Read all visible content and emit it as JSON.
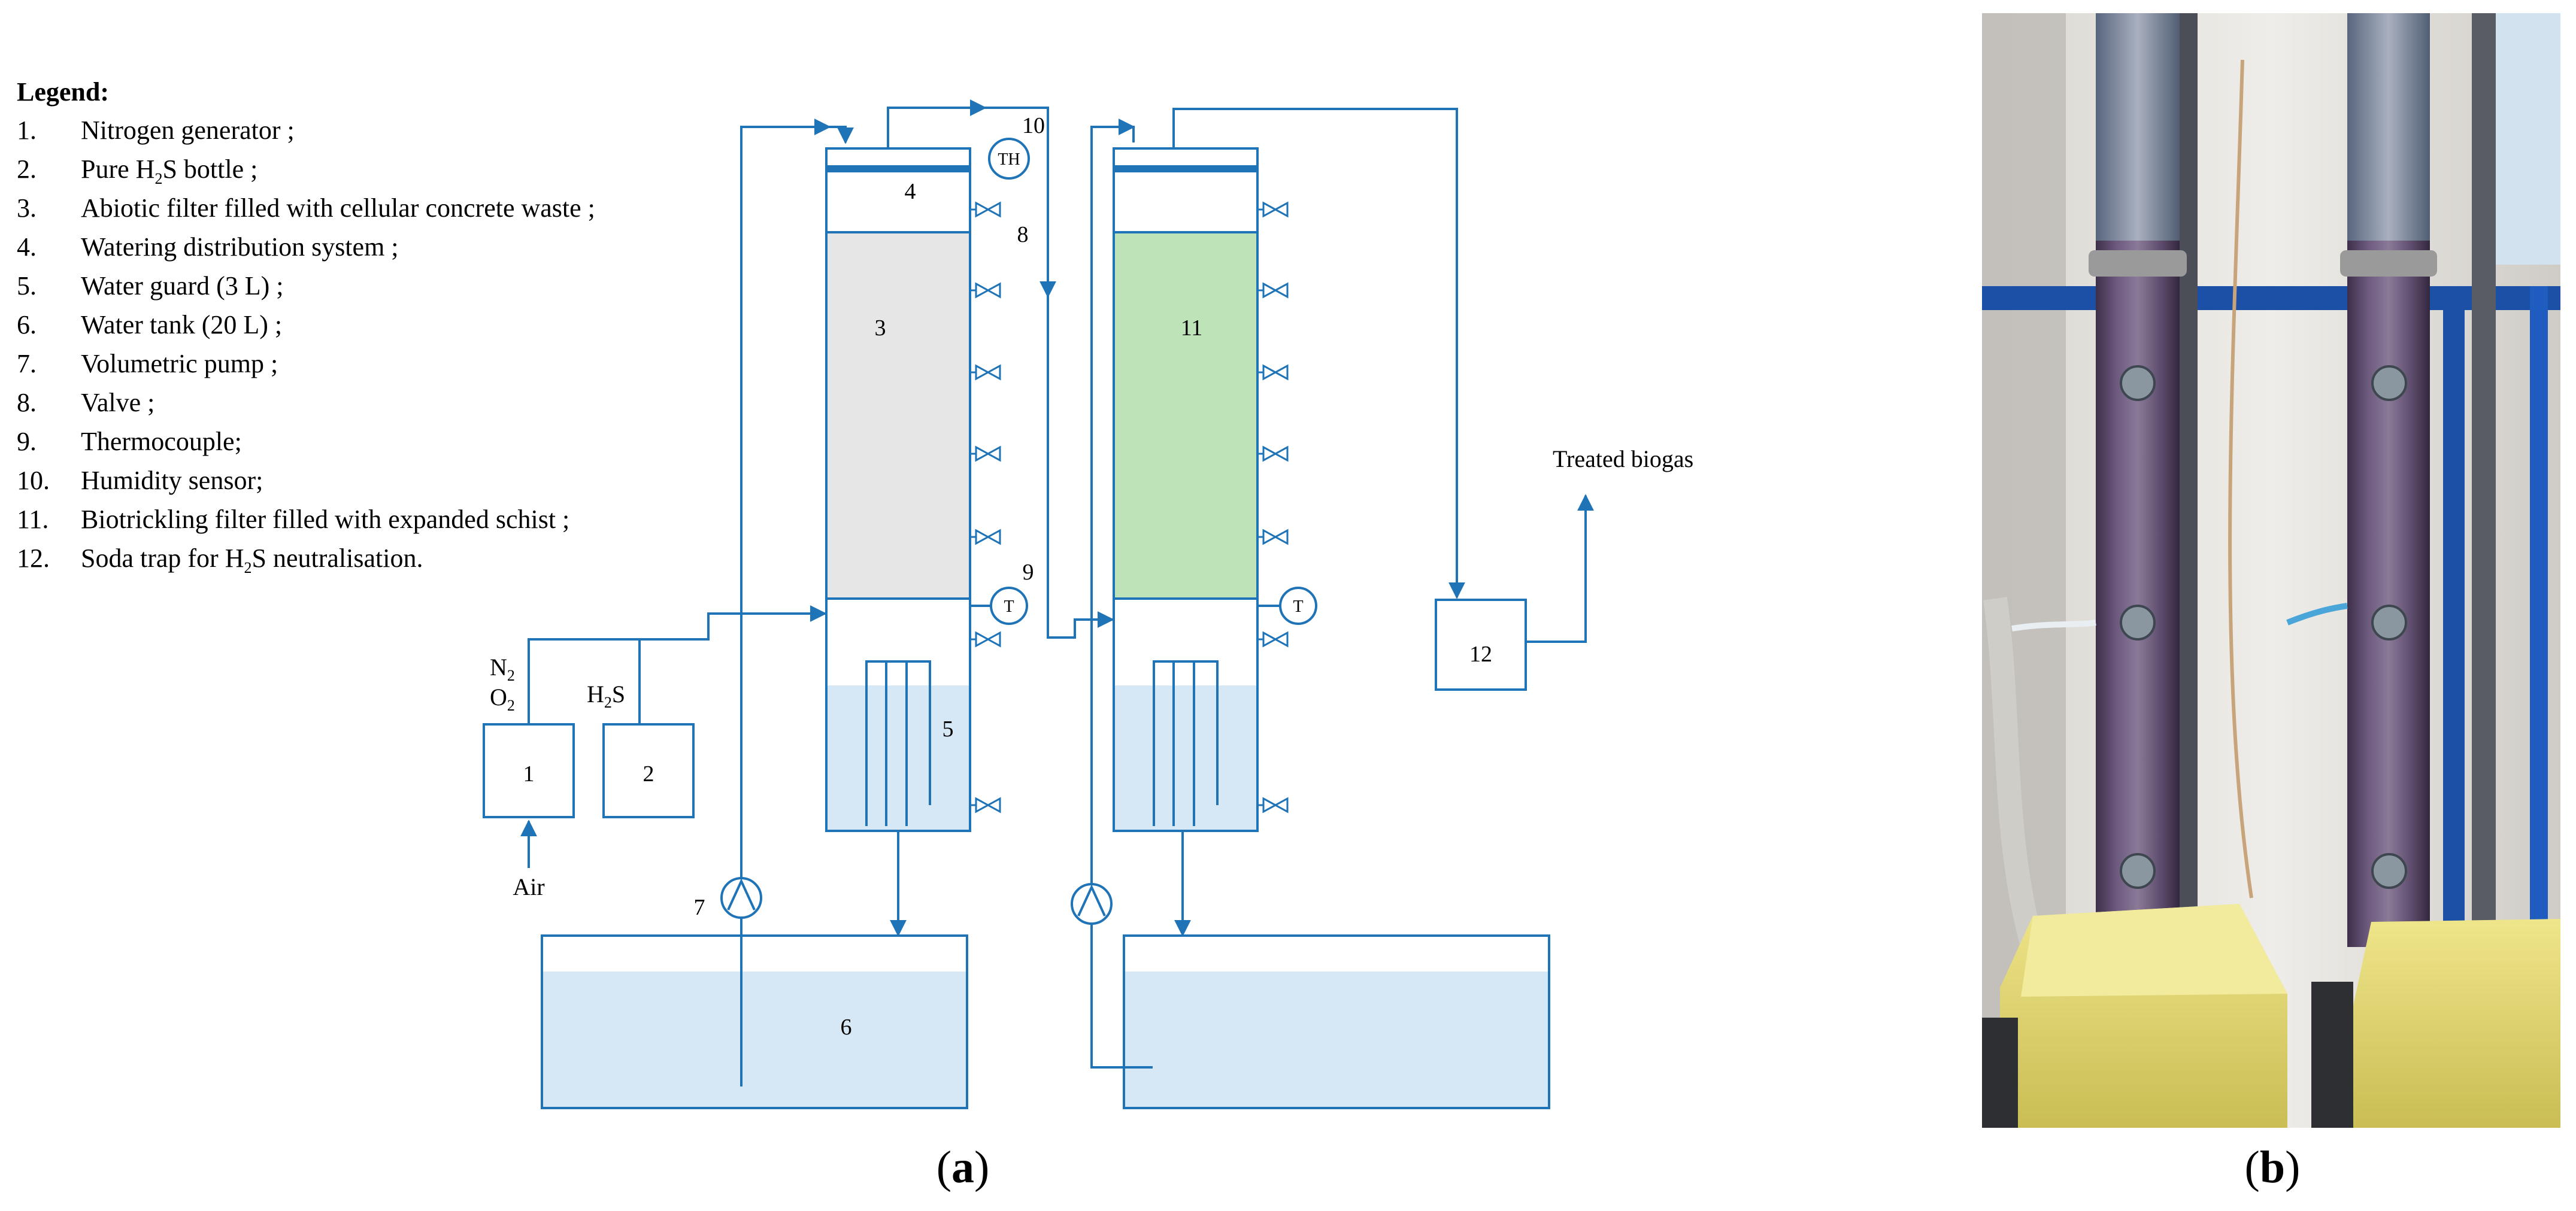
{
  "legend": {
    "title": "Legend:",
    "items": [
      {
        "num": "1.",
        "text": "Nitrogen generator ;"
      },
      {
        "num": "2.",
        "pre": "Pure H",
        "sub": "2",
        "post": "S bottle ;"
      },
      {
        "num": "3.",
        "text": "Abiotic filter filled with cellular concrete waste ;"
      },
      {
        "num": "4.",
        "text": "Watering distribution system ;"
      },
      {
        "num": "5.",
        "text": "Water guard (3 L) ;"
      },
      {
        "num": "6.",
        "text": "Water tank (20 L) ;"
      },
      {
        "num": "7.",
        "text": "Volumetric pump ;"
      },
      {
        "num": "8.",
        "text": "Valve ;"
      },
      {
        "num": "9.",
        "text": "Thermocouple;"
      },
      {
        "num": "10.",
        "text": "Humidity sensor;"
      },
      {
        "num": "11.",
        "text": "Biotrickling filter filled with expanded schist ;"
      },
      {
        "num": "12.",
        "pre": "Soda trap for H",
        "sub": "2",
        "post": "S neutralisation."
      }
    ]
  },
  "diagram": {
    "labels": {
      "n1": "1",
      "n2": "2",
      "n3": "3",
      "n4": "4",
      "n5": "5",
      "n6": "6",
      "n7": "7",
      "n8": "8",
      "n9": "9",
      "n10": "10",
      "n11": "11",
      "n12": "12"
    },
    "sensor_th": "TH",
    "sensor_t": "T",
    "air": "Air",
    "gas_n2": {
      "base": "N",
      "sub": "2"
    },
    "gas_o2": {
      "base": "O",
      "sub": "2"
    },
    "gas_h2s": {
      "pre": "H",
      "sub": "2",
      "post": "S"
    },
    "treated": "Treated biogas"
  },
  "captions": {
    "a": {
      "open": "(",
      "letter": "a",
      "close": ")"
    },
    "b": {
      "open": "(",
      "letter": "b",
      "close": ")"
    }
  },
  "colors": {
    "line": "#1f73b7",
    "abiotic_media": "#e6e6e6",
    "bio_media": "#bfe3b8",
    "water": "#d6e8f6"
  }
}
